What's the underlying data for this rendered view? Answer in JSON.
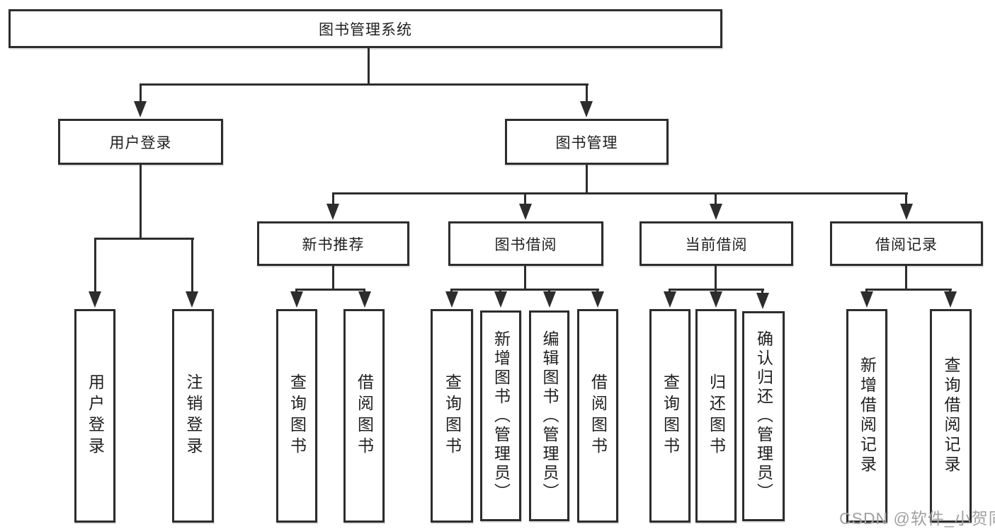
{
  "nodes": {
    "root": "图书管理系统",
    "user_login": "用户登录",
    "book_management": "图书管理",
    "new_book_recommend": "新书推荐",
    "book_borrow": "图书借阅",
    "current_borrow": "当前借阅",
    "borrow_records": "借阅记录",
    "leaf_user_login": "用户登录",
    "leaf_logout": "注销登录",
    "leaf_newbook_query": "查询图书",
    "leaf_newbook_borrow": "借阅图书",
    "leaf_borrow_query": "查询图书",
    "leaf_borrow_add": "新增图书（管理员）",
    "leaf_borrow_edit": "编辑图书（管理员）",
    "leaf_borrow_borrow": "借阅图书",
    "leaf_current_query": "查询图书",
    "leaf_current_return": "归还图书",
    "leaf_current_confirm": "确认归还（管理员）",
    "leaf_records_add": "新增借阅记录",
    "leaf_records_query": "查询借阅记录"
  },
  "watermark": "CSDN @软件_小贺同学",
  "colors": {
    "line": "#2d2d2d",
    "text": "#1f1f1f",
    "watermark": "#a0a0a0",
    "background": "#ffffff"
  }
}
